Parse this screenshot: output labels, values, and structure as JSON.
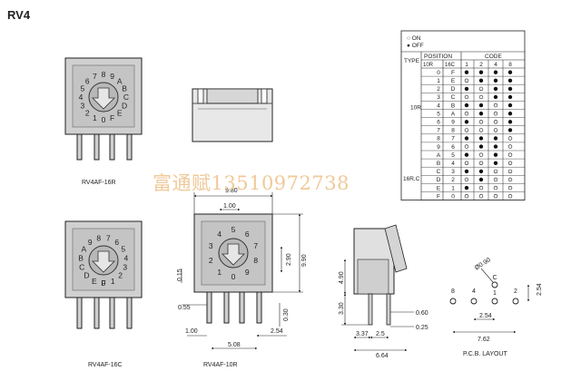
{
  "title": "RV4",
  "watermark": "富通赋13510972738",
  "models": {
    "top": "RV4AF-16R",
    "bottom_left": "RV4AF-16C",
    "bottom_middle": "RV4AF-10R"
  },
  "dial_top": [
    "0",
    "1",
    "2",
    "3",
    "4",
    "5",
    "6",
    "7",
    "8",
    "9",
    "A",
    "B",
    "C",
    "D",
    "E",
    "F"
  ],
  "dial_bottom_left": [
    "0",
    "1",
    "2",
    "3",
    "4",
    "5",
    "6",
    "7",
    "8",
    "9",
    "A",
    "B",
    "C",
    "D",
    "E",
    "F"
  ],
  "dial_bottom_middle": [
    "0",
    "1",
    "2",
    "3",
    "4",
    "5",
    "6",
    "7",
    "8",
    "9"
  ],
  "dimensions": {
    "width_top": "9.80",
    "center_offset": "1.00",
    "left_offset": "0.15",
    "right_small": "2.90",
    "height": "9.90",
    "pin_top": "0.55",
    "pin_bottom": "0.30",
    "pin_offset": "1.00",
    "pitch_a": "5.08",
    "pitch_b": "2.54",
    "side_height": "4.90",
    "side_pin": "3.30",
    "side_small_a": "0.60",
    "side_small_b": "0.25",
    "side_w1": "3.37",
    "side_w2": "2.5",
    "side_total": "6.64",
    "hole_dia": "Ø0.90",
    "pcb_w1": "2.54",
    "pcb_total": "7.62",
    "pcb_h": "2.54",
    "pcb_pins": [
      "8",
      "4",
      "C",
      "1",
      "2"
    ]
  },
  "pcb_label": "P.C.B. LAYOUT",
  "legend": {
    "on_symbol": "○",
    "on_label": "ON",
    "off_symbol": "●",
    "off_label": "OFF"
  },
  "truth_table": {
    "type_header": "TYPE",
    "position_header": "POSITION",
    "code_header": "CODE",
    "pos_10r": "10R",
    "pos_16c": "16C",
    "code_bits": [
      "1",
      "2",
      "4",
      "8"
    ],
    "type_label_10r": "10R",
    "type_label_16r": "16R,C",
    "rows": [
      {
        "r10": "0",
        "r16": "F",
        "code": [
          "●",
          "●",
          "●",
          "●"
        ]
      },
      {
        "r10": "1",
        "r16": "E",
        "code": [
          "○",
          "●",
          "●",
          "●"
        ]
      },
      {
        "r10": "2",
        "r16": "D",
        "code": [
          "●",
          "○",
          "●",
          "●"
        ]
      },
      {
        "r10": "3",
        "r16": "C",
        "code": [
          "○",
          "○",
          "●",
          "●"
        ]
      },
      {
        "r10": "4",
        "r16": "B",
        "code": [
          "●",
          "●",
          "○",
          "●"
        ]
      },
      {
        "r10": "5",
        "r16": "A",
        "code": [
          "○",
          "●",
          "○",
          "●"
        ]
      },
      {
        "r10": "6",
        "r16": "9",
        "code": [
          "●",
          "○",
          "○",
          "●"
        ]
      },
      {
        "r10": "7",
        "r16": "8",
        "code": [
          "○",
          "○",
          "○",
          "●"
        ]
      },
      {
        "r10": "8",
        "r16": "7",
        "code": [
          "●",
          "●",
          "●",
          "○"
        ]
      },
      {
        "r10": "9",
        "r16": "6",
        "code": [
          "○",
          "●",
          "●",
          "○"
        ]
      },
      {
        "r10": "A",
        "r16": "5",
        "code": [
          "●",
          "○",
          "●",
          "○"
        ]
      },
      {
        "r10": "B",
        "r16": "4",
        "code": [
          "○",
          "○",
          "●",
          "○"
        ]
      },
      {
        "r10": "C",
        "r16": "3",
        "code": [
          "●",
          "●",
          "○",
          "○"
        ]
      },
      {
        "r10": "D",
        "r16": "2",
        "code": [
          "○",
          "●",
          "○",
          "○"
        ]
      },
      {
        "r10": "E",
        "r16": "1",
        "code": [
          "●",
          "○",
          "○",
          "○"
        ]
      },
      {
        "r10": "F",
        "r16": "0",
        "code": [
          "○",
          "○",
          "○",
          "○"
        ]
      }
    ]
  },
  "colors": {
    "line": "#222222",
    "body": "#d0d0d0",
    "knob": "#bdbdbd",
    "watermark": "#f0c99a"
  }
}
